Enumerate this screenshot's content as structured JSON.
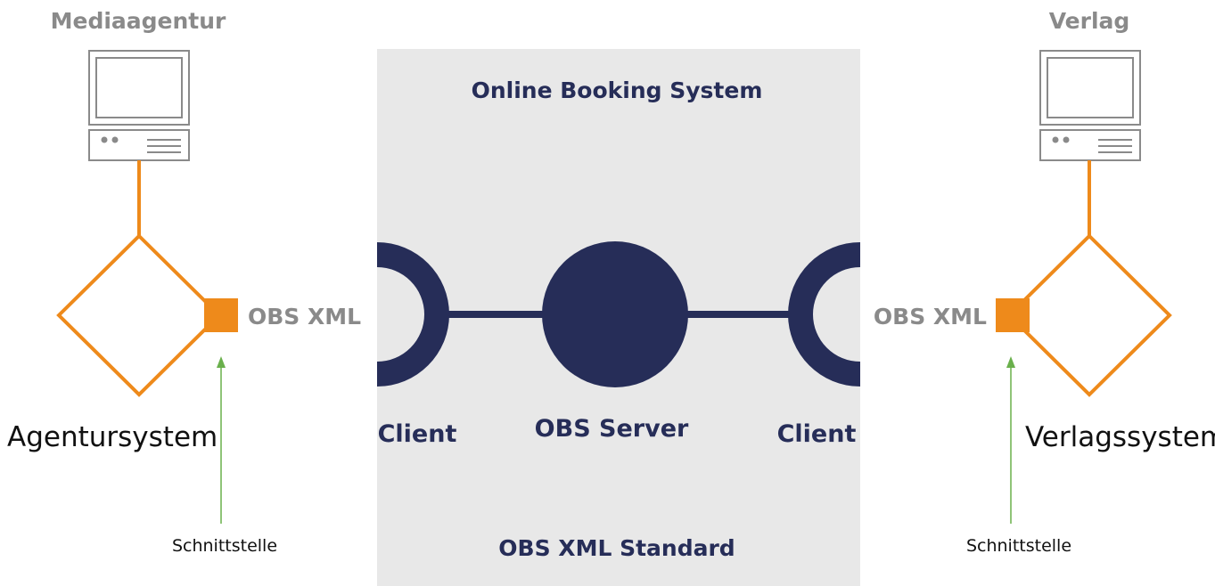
{
  "diagram": {
    "center": {
      "title": "Online Booking System",
      "footer": "OBS XML Standard",
      "server_label": "OBS Server",
      "client_left_label": "Client",
      "client_right_label": "Client"
    },
    "left": {
      "title": "Mediaagentur",
      "system_label": "Agentursystem",
      "format_label": "OBS XML",
      "interface_label": "Schnittstelle"
    },
    "right": {
      "title": "Verlag",
      "system_label": "Verlagssystem",
      "format_label": "OBS XML",
      "interface_label": "Schnittstelle"
    },
    "icons": [
      "computer-icon",
      "computer-icon"
    ]
  },
  "colors": {
    "navy": "#262d58",
    "orange": "#ee8a1b",
    "green": "#6ab04c",
    "panel": "#e8e8e8",
    "gray_text": "#8a8a8a"
  }
}
